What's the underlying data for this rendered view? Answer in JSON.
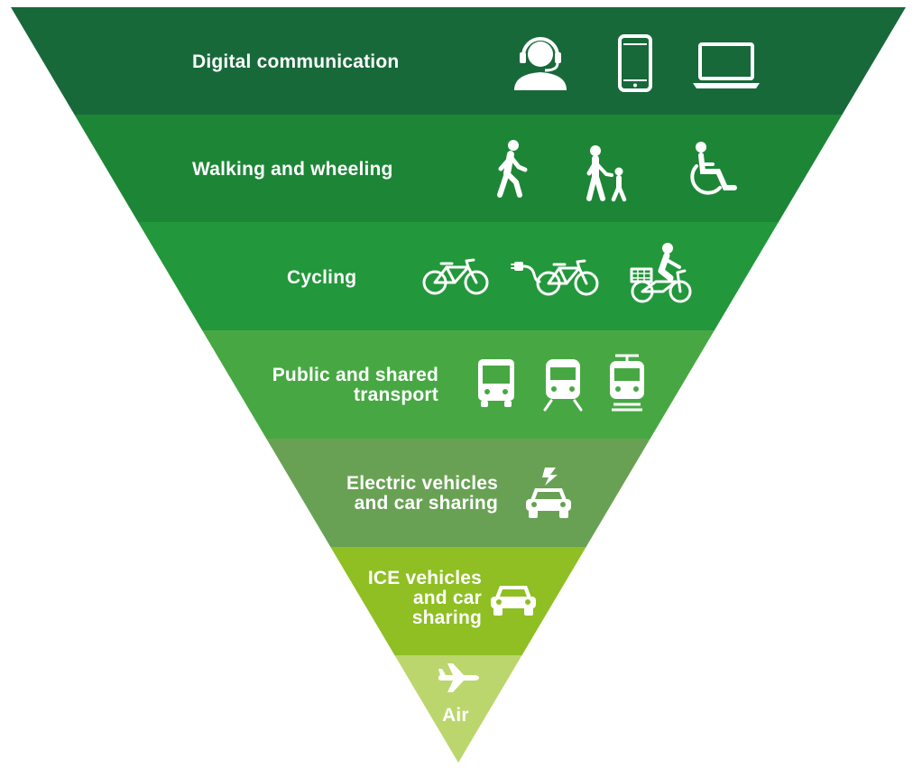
{
  "tiers": [
    {
      "lines": [
        "Digital communication"
      ],
      "color": "#17693a",
      "icons": [
        "headset-agent-icon",
        "smartphone-icon",
        "laptop-icon"
      ]
    },
    {
      "lines": [
        "Walking and wheeling"
      ],
      "color": "#1d8636",
      "icons": [
        "pedestrian-icon",
        "adult-with-child-icon",
        "wheelchair-icon"
      ]
    },
    {
      "lines": [
        "Cycling"
      ],
      "color": "#22973b",
      "icons": [
        "bicycle-icon",
        "electric-bicycle-icon",
        "cargo-bike-rider-icon"
      ]
    },
    {
      "lines": [
        "Public and shared",
        "transport"
      ],
      "color": "#47a843",
      "icons": [
        "bus-icon",
        "train-icon",
        "tram-icon"
      ]
    },
    {
      "lines": [
        "Electric vehicles",
        "and car sharing"
      ],
      "color": "#69a154",
      "icons": [
        "electric-car-icon"
      ]
    },
    {
      "lines": [
        "ICE vehicles",
        "and car",
        "sharing"
      ],
      "color": "#8fbf23",
      "icons": [
        "car-icon"
      ]
    },
    {
      "lines": [
        "Air"
      ],
      "color": "#bcd66e",
      "icons": [
        "airplane-icon"
      ]
    }
  ]
}
